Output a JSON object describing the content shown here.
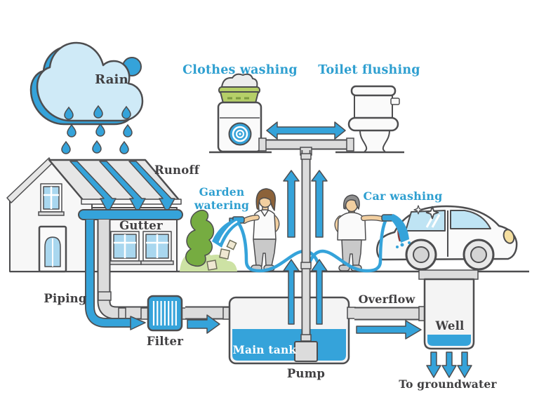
{
  "labels": {
    "rain": "Rain",
    "runoff": "Runoff",
    "gutter": "Gutter",
    "piping": "Piping",
    "filter": "Filter",
    "main_tank": "Main tank",
    "pump": "Pump",
    "overflow": "Overflow",
    "well": "Well",
    "to_groundwater": "To groundwater",
    "clothes_washing": "Clothes washing",
    "toilet_flushing": "Toilet flushing",
    "garden_watering_line1": "Garden",
    "garden_watering_line2": "watering",
    "car_washing": "Car washing"
  },
  "colors": {
    "accent_blue": "#35A3DA",
    "light_blue": "#CFEAF7",
    "window_blue": "#A9D7EF",
    "car_window_blue": "#BFE4F4",
    "label_dark": "#414042",
    "label_blue": "#2E9FD0",
    "outline": "#4D4D4F",
    "pipe_fill": "#DCDCDC",
    "tank_fill": "#F4F4F4",
    "green_dark": "#76AC41",
    "green_light": "#CDE2A4",
    "basket_green": "#B5CF68",
    "skin": "#F2CFA0",
    "hair_brown": "#8C6239",
    "hair_gray": "#8E8E8E",
    "clothes_gray": "#C9C9C9"
  },
  "figure_names": [
    "rain-cloud-icon",
    "raindrops-icon",
    "house-icon",
    "roof-runoff-arrows-icon",
    "gutter-icon",
    "downpipe-icon",
    "filter-icon",
    "main-tank-icon",
    "pump-icon",
    "overflow-pipe-icon",
    "well-icon",
    "groundwater-arrows-icon",
    "washing-machine-icon",
    "toilet-icon",
    "transfer-arrow-icon",
    "supply-pipe-icon",
    "garden-icon",
    "woman-watering-icon",
    "man-washing-icon",
    "car-icon",
    "hose-icon"
  ]
}
